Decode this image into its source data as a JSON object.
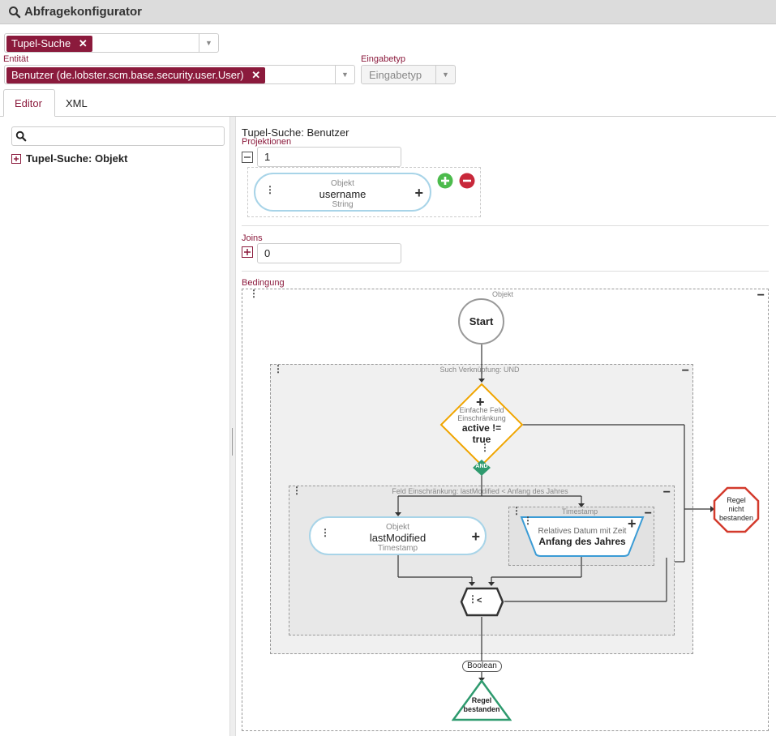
{
  "window": {
    "title": "Abfragekonfigurator"
  },
  "query_type": {
    "chip": "Tupel-Suche"
  },
  "entity": {
    "label": "Entität",
    "chip": "Benutzer (de.lobster.scm.base.security.user.User)"
  },
  "input_type": {
    "label": "Eingabetyp",
    "value": "Eingabetyp"
  },
  "tabs": [
    {
      "label": "Editor"
    },
    {
      "label": "XML"
    }
  ],
  "tree": {
    "item": "Tupel-Suche: Objekt"
  },
  "main": {
    "title": "Tupel-Suche: Benutzer",
    "projections_label": "Projektionen",
    "projections_count": "1",
    "joins_label": "Joins",
    "joins_count": "0",
    "condition_label": "Bedingung"
  },
  "projection": {
    "type": "Objekt",
    "name": "username",
    "datatype": "String"
  },
  "flow": {
    "outer_label": "Objekt",
    "start": "Start",
    "group_label": "Such Verknüpfung: UND",
    "diamond_line1": "Einfache Feld",
    "diamond_line2": "Einschränkung",
    "diamond_value1": "active !=",
    "diamond_value2": "true",
    "and_badge": "AND",
    "inner_label": "Feld Einschränkung: lastModified < Anfang des Jahres",
    "field_type": "Objekt",
    "field_name": "lastModified",
    "field_datatype": "Timestamp",
    "ts_label": "Timestamp",
    "rel_line1": "Relatives Datum mit Zeit",
    "rel_line2": "Anfang des Jahres",
    "operator": "<",
    "result_type": "Boolean",
    "pass_line1": "Regel",
    "pass_line2": "bestanden",
    "fail_line1": "Regel",
    "fail_line2": "nicht",
    "fail_line3": "bestanden"
  },
  "colors": {
    "accent": "#8b1a3c",
    "green": "#2e9a6e",
    "orange": "#f0a500",
    "red": "#d33a2c",
    "blue_pill": "#a8d4e8"
  }
}
